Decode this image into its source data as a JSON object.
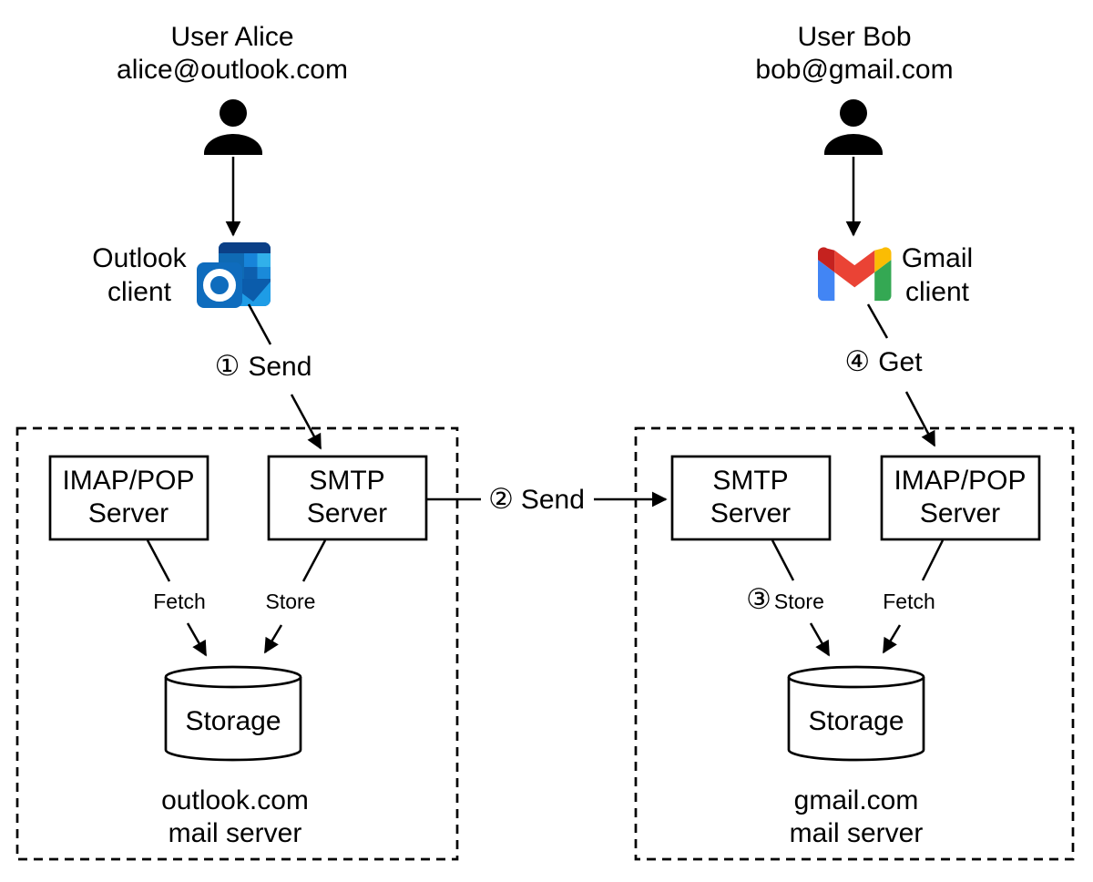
{
  "users": {
    "alice": {
      "name": "User Alice",
      "email": "alice@outlook.com"
    },
    "bob": {
      "name": "User Bob",
      "email": "bob@gmail.com"
    }
  },
  "clients": {
    "outlook": {
      "line1": "Outlook",
      "line2": "client"
    },
    "gmail": {
      "line1": "Gmail",
      "line2": "client"
    }
  },
  "steps": {
    "s1": {
      "num": "①",
      "label": "Send"
    },
    "s2": {
      "num": "②",
      "label": "Send"
    },
    "s3": {
      "num": "③",
      "label": "Store"
    },
    "s4": {
      "num": "④",
      "label": "Get"
    }
  },
  "servers": {
    "outlook": {
      "imap": {
        "line1": "IMAP/POP",
        "line2": "Server"
      },
      "smtp": {
        "line1": "SMTP",
        "line2": "Server"
      },
      "fetch": "Fetch",
      "store": "Store",
      "storage": "Storage",
      "caption1": "outlook.com",
      "caption2": "mail server"
    },
    "gmail": {
      "smtp": {
        "line1": "SMTP",
        "line2": "Server"
      },
      "imap": {
        "line1": "IMAP/POP",
        "line2": "Server"
      },
      "fetch": "Fetch",
      "storage": "Storage",
      "caption1": "gmail.com",
      "caption2": "mail server"
    }
  },
  "colors": {
    "ink": "#000000",
    "outlook_icon": {
      "back": "#0f6ab4",
      "band": "#0b4087",
      "sq_tl": "#1784d9",
      "sq_tr": "#31b0ea",
      "sq_bl": "#0d5fae",
      "sq_br": "#1a8ad9",
      "env_dark": "#0b5cab",
      "env_flap": "#1e9ce6",
      "tile": "#0f6cbd",
      "o_ring": "#ffffff"
    },
    "gmail_icon": {
      "blue": "#4285f4",
      "green": "#34a853",
      "yellow": "#fbbc04",
      "red": "#ea4335",
      "dark_red": "#c5221f"
    }
  }
}
